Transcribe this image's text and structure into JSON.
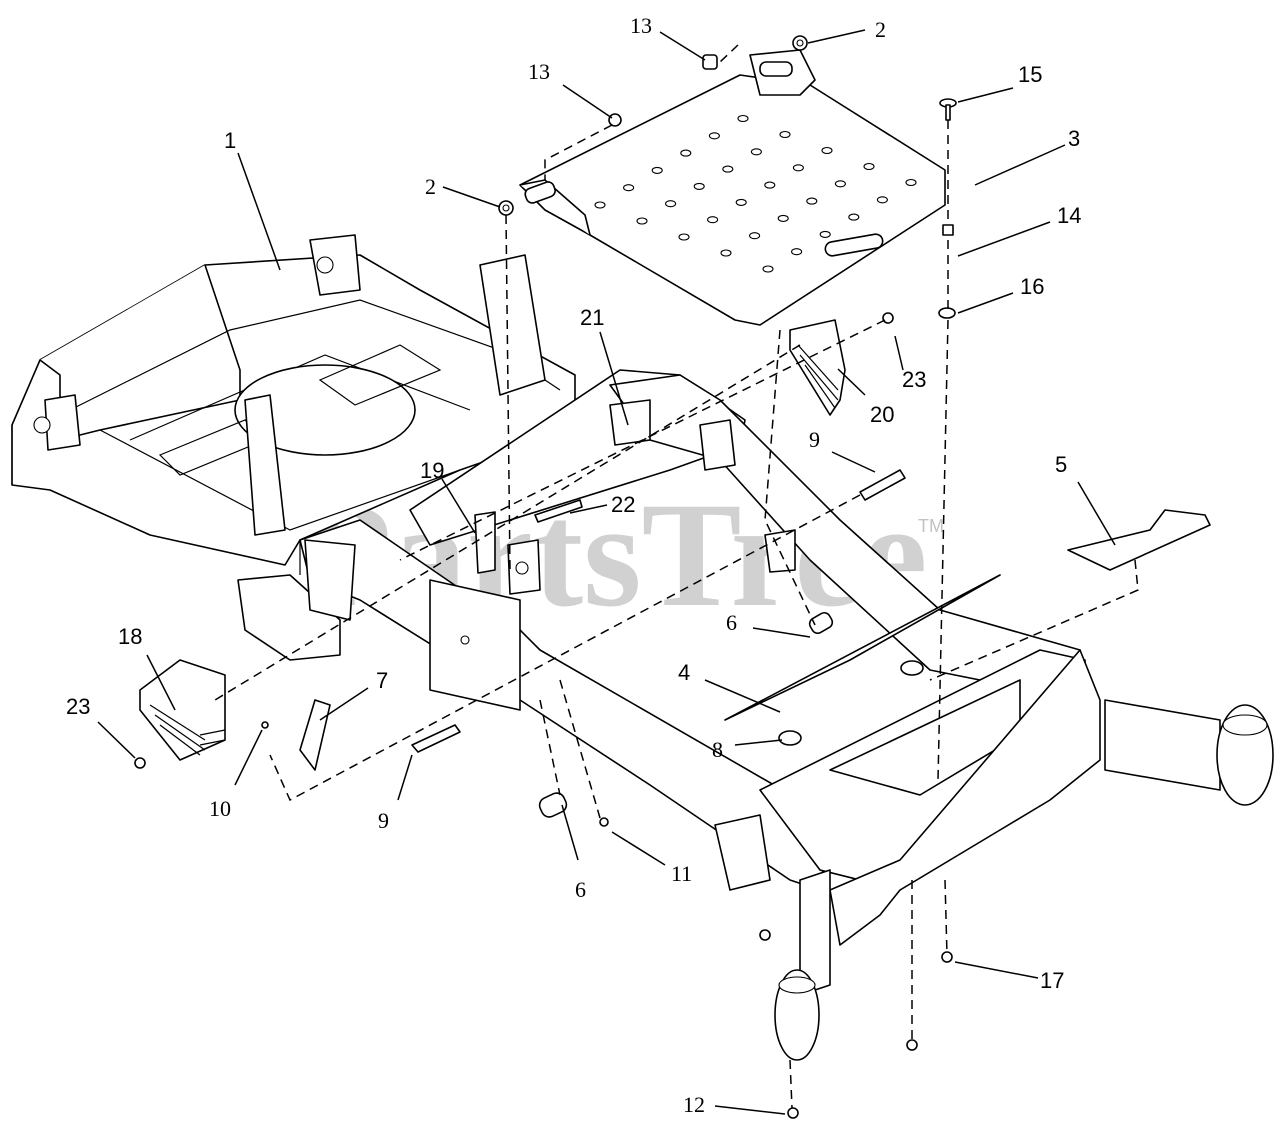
{
  "watermark": {
    "text": "PartsTree",
    "trademark": "TM"
  },
  "callouts": [
    {
      "id": "c1",
      "label": "1"
    },
    {
      "id": "c2a",
      "label": "2"
    },
    {
      "id": "c2b",
      "label": "2"
    },
    {
      "id": "c3",
      "label": "3"
    },
    {
      "id": "c4",
      "label": "4"
    },
    {
      "id": "c5",
      "label": "5"
    },
    {
      "id": "c6a",
      "label": "6"
    },
    {
      "id": "c6b",
      "label": "6"
    },
    {
      "id": "c7",
      "label": "7"
    },
    {
      "id": "c8",
      "label": "8"
    },
    {
      "id": "c9a",
      "label": "9"
    },
    {
      "id": "c9b",
      "label": "9"
    },
    {
      "id": "c10",
      "label": "10"
    },
    {
      "id": "c11",
      "label": "11"
    },
    {
      "id": "c12",
      "label": "12"
    },
    {
      "id": "c13a",
      "label": "13"
    },
    {
      "id": "c13b",
      "label": "13"
    },
    {
      "id": "c14",
      "label": "14"
    },
    {
      "id": "c15",
      "label": "15"
    },
    {
      "id": "c16",
      "label": "16"
    },
    {
      "id": "c17",
      "label": "17"
    },
    {
      "id": "c18",
      "label": "18"
    },
    {
      "id": "c19",
      "label": "19"
    },
    {
      "id": "c20",
      "label": "20"
    },
    {
      "id": "c21",
      "label": "21"
    },
    {
      "id": "c22",
      "label": "22"
    },
    {
      "id": "c23a",
      "label": "23"
    },
    {
      "id": "c23b",
      "label": "23"
    }
  ]
}
